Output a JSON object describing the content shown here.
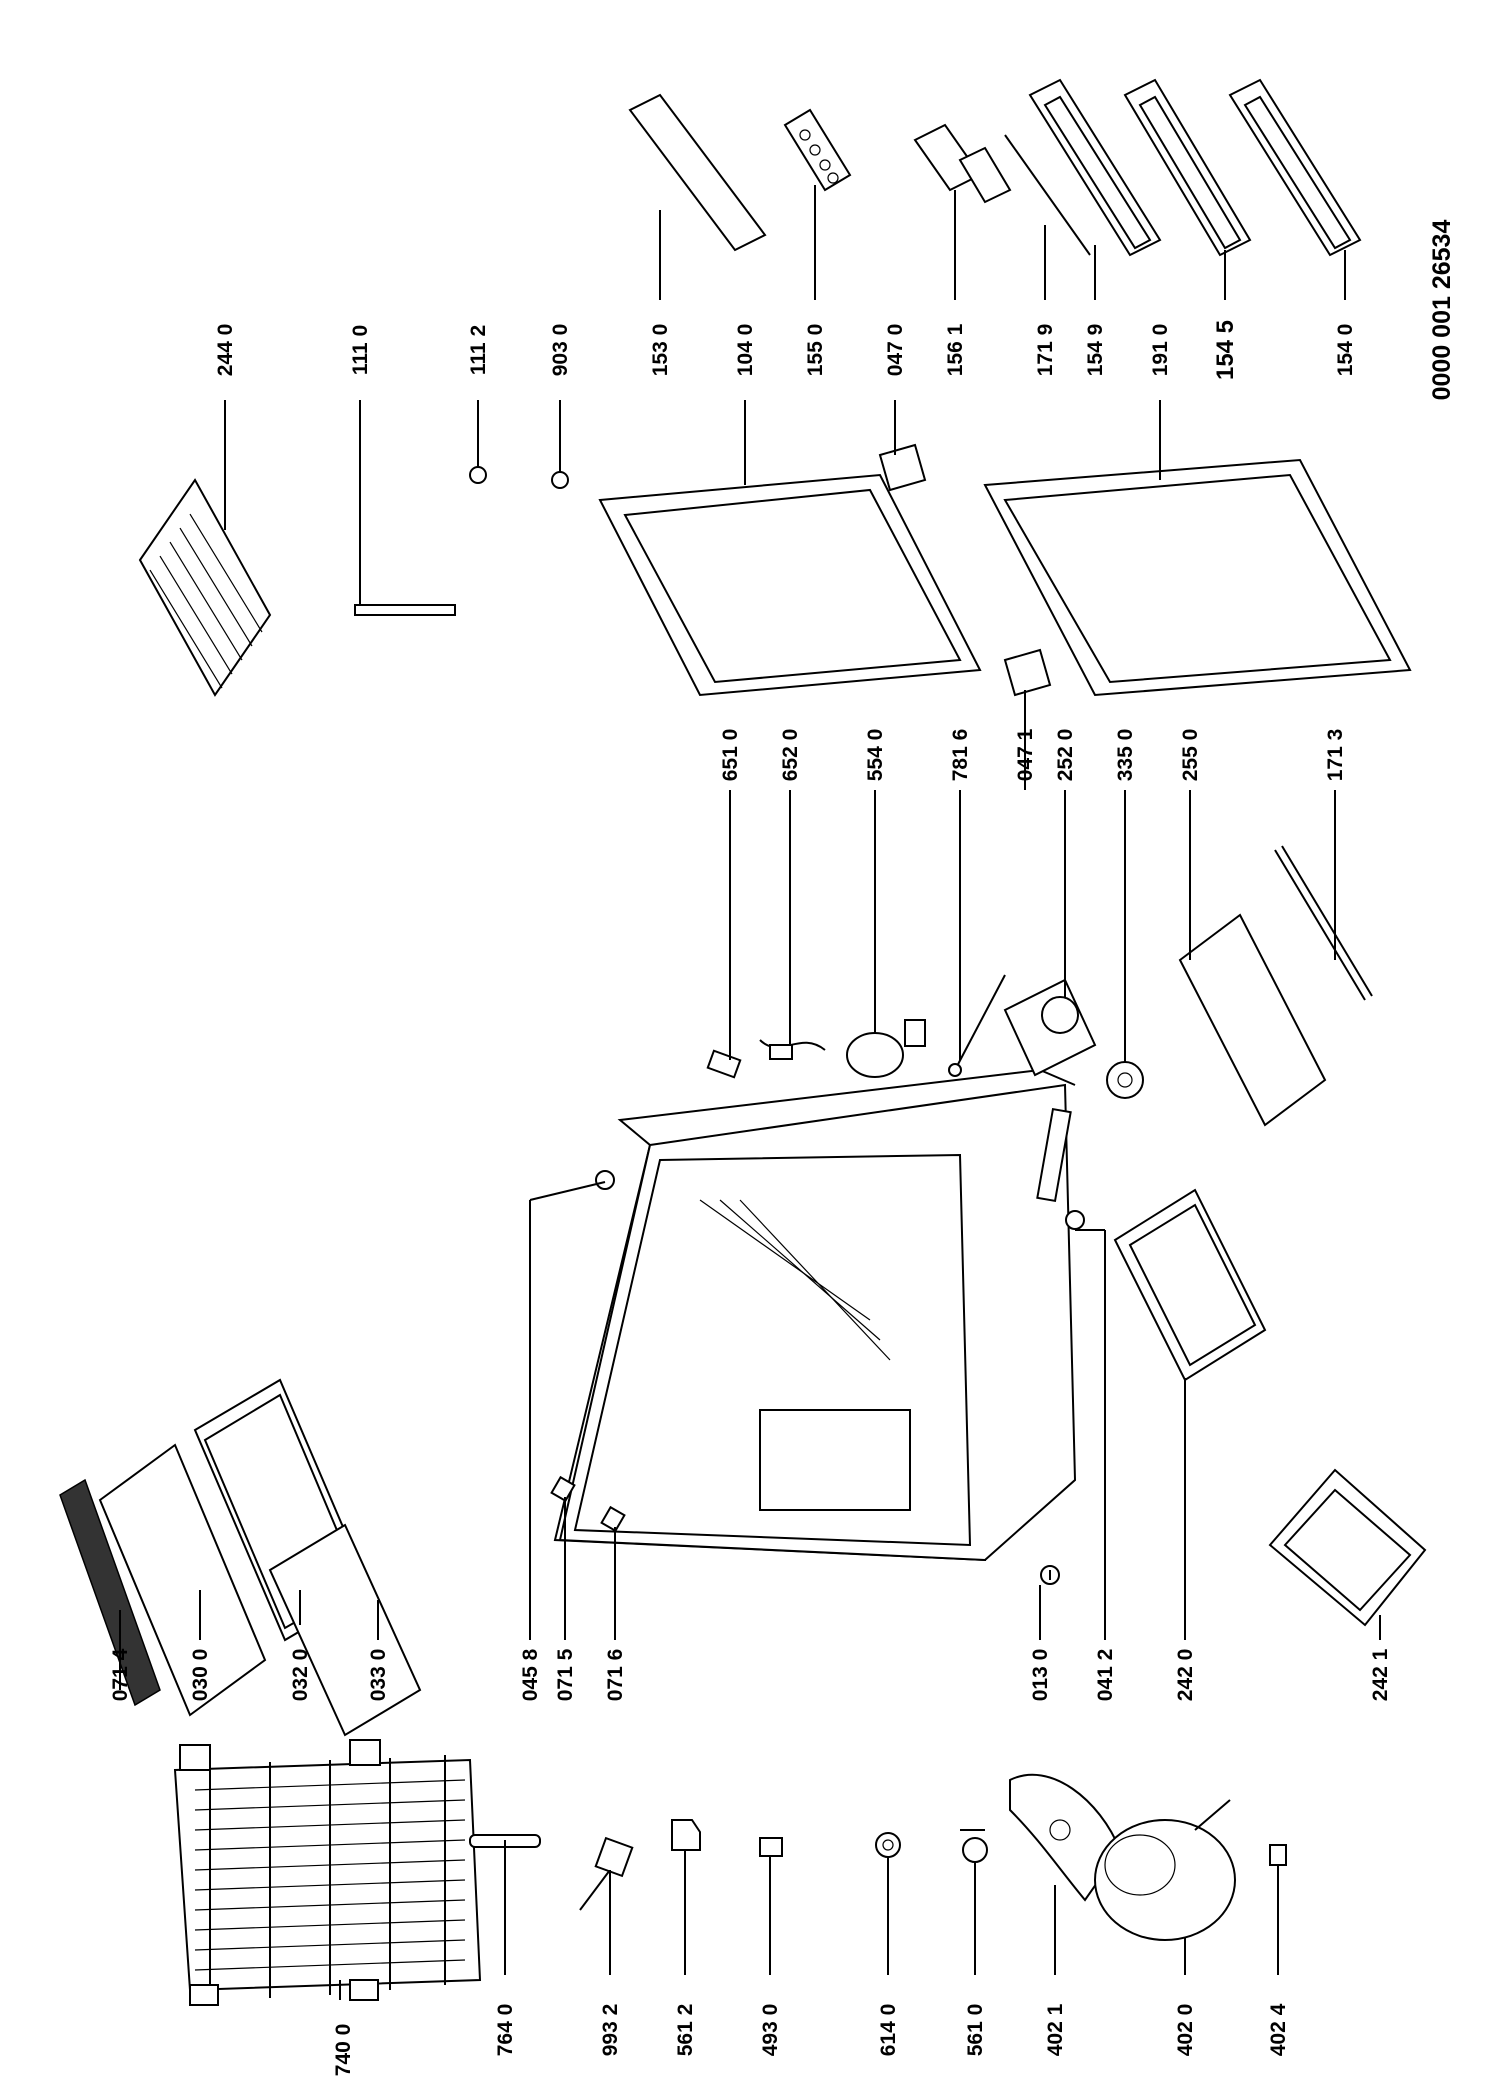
{
  "document_number": "0000 001 26534",
  "labels": {
    "p7400": "740 0",
    "p7640": "764 0",
    "p9932": "993 2",
    "p5612": "561 2",
    "p4930": "493 0",
    "p6140": "614 0",
    "p5610": "561 0",
    "p4021": "402 1",
    "p4020": "402 0",
    "p4024": "402 4",
    "p0714": "071 4",
    "p0300": "030 0",
    "p0320": "032 0",
    "p0330": "033 0",
    "p0458": "045 8",
    "p0715": "071 5",
    "p0716": "071 6",
    "p0130": "013 0",
    "p0412": "041 2",
    "p2420": "242 0",
    "p2421": "242 1",
    "p6510": "651 0",
    "p6520": "652 0",
    "p5540": "554 0",
    "p7816": "781 6",
    "p0471": "047 1",
    "p2520": "252 0",
    "p3350": "335 0",
    "p2550": "255 0",
    "p1713": "171 3",
    "p2440": "244 0",
    "p1110": "111 0",
    "p1112": "111 2",
    "p9030": "903 0",
    "p1530": "153 0",
    "p1040": "104 0",
    "p1550": "155 0",
    "p0470": "047 0",
    "p1561": "156 1",
    "p1719": "171 9",
    "p1549": "154 9",
    "p1910": "191 0",
    "p1545": "154 5",
    "p1540": "154 0"
  }
}
